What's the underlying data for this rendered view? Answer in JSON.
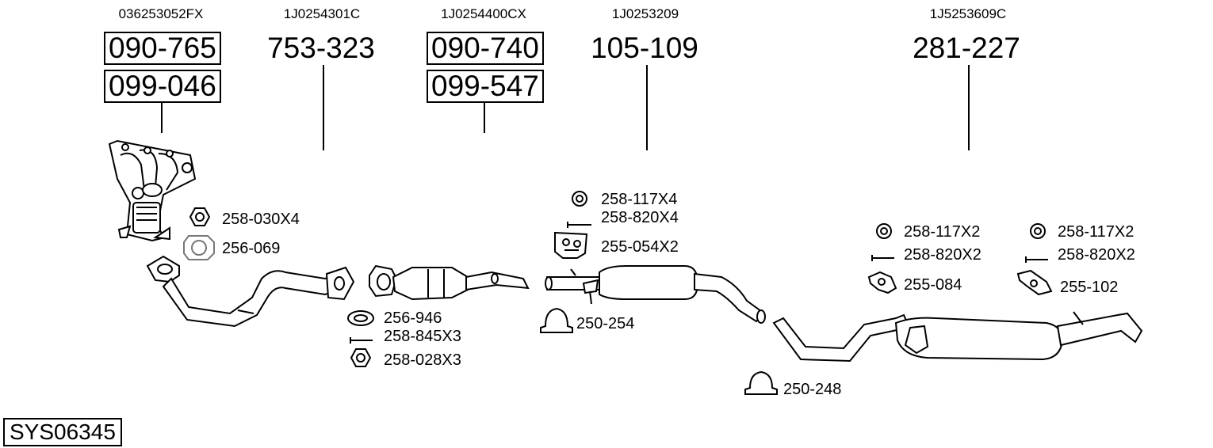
{
  "system_id": "SYS06345",
  "groups": [
    {
      "oem": "036253052FX",
      "codes": [
        "090-765",
        "099-046"
      ]
    },
    {
      "oem": "1J0254301C",
      "codes": [
        "753-323"
      ]
    },
    {
      "oem": "1J0254400CX",
      "codes": [
        "090-740",
        "099-547"
      ]
    },
    {
      "oem": "1J0253209",
      "codes": [
        "105-109"
      ]
    },
    {
      "oem": "1J5253609C",
      "codes": [
        "281-227"
      ]
    }
  ],
  "parts": [
    {
      "code": "258-030X4",
      "icon": "nut-icon"
    },
    {
      "code": "256-069",
      "icon": "gasket-icon"
    },
    {
      "code": "256-946",
      "icon": "ring-gasket-icon"
    },
    {
      "code": "258-845X3",
      "icon": "bolt-icon"
    },
    {
      "code": "258-028X3",
      "icon": "nut-icon"
    },
    {
      "code": "258-117X4",
      "icon": "washer-icon"
    },
    {
      "code": "258-820X4",
      "icon": "bolt-icon"
    },
    {
      "code": "255-054X2",
      "icon": "rubber-mount-icon"
    },
    {
      "code": "250-254",
      "icon": "clamp-icon"
    },
    {
      "code": "258-117X2",
      "icon": "washer-icon"
    },
    {
      "code": "258-820X2",
      "icon": "bolt-icon"
    },
    {
      "code": "255-084",
      "icon": "bracket-icon"
    },
    {
      "code": "258-117X2",
      "icon": "washer-icon"
    },
    {
      "code": "258-820X2",
      "icon": "bolt-icon"
    },
    {
      "code": "255-102",
      "icon": "bracket-icon"
    },
    {
      "code": "250-248",
      "icon": "clamp-icon"
    }
  ]
}
